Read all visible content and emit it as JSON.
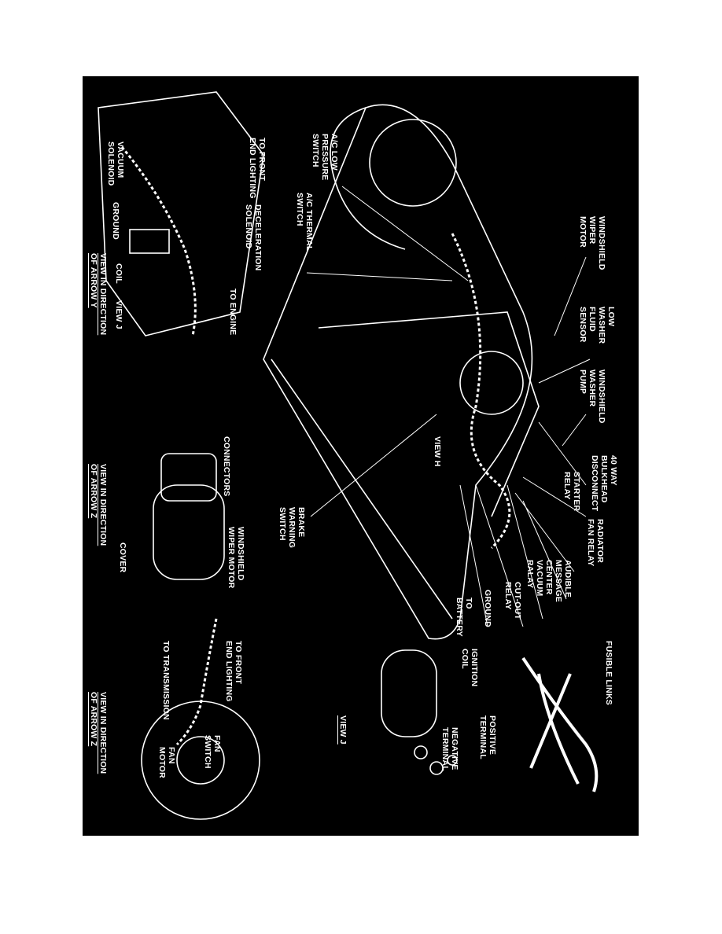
{
  "colors": {
    "background": "#000000",
    "linework": "#ffffff",
    "page": "#ffffff"
  },
  "main_view": {
    "wiper_motor": "WINDSHIELD\nWIPER\nMOTOR",
    "low_washer": "LOW\nWASHER\nFLUID\nSENSOR",
    "washer_pump": "WINDSHIELD\nWASHER\nPUMP",
    "bulkhead": "40 WAY\nBULKHEAD\nDISCONNECT",
    "starter_relay": "STARTER\nRELAY",
    "radiator_fan_relay": "RADIATOR\nFAN RELAY",
    "audible_message": "AUDIBLE\nMESSAGE\nCENTER\nVACUUM\nRALAY",
    "cutout_relay": "CUT-OUT\nRELAY",
    "ground": "GROUND",
    "to_battery": "TO\nBATTERY",
    "brake_warning": "BRAKE\nWARNING\nSWITCH",
    "view_h": "VIEW H",
    "ac_low_pressure": "A/C LOW\nPRESSURE\nSWITCH",
    "ac_thermal": "A/C THERMAL\nSWITCH"
  },
  "view_y": {
    "to_front_end_lighting": "TO FRONT\nEND LIGHTING",
    "vacuum_solenoid": "VACUUM\nSOLENOID",
    "ground": "GROUND",
    "deceleration_solenoid": "DECELERATION\nSOLENOID",
    "coil": "COIL",
    "view_j": "VIEW J",
    "to_engine": "TO ENGINE",
    "caption": "VIEW IN DIRECTION\nOF ARROW Y"
  },
  "view_z_wiper": {
    "connectors": "CONNECTORS",
    "wiper_motor": "WINDSHIELD\nWIPER MOTOR",
    "cover": "COVER",
    "caption": "VIEW IN DIRECTION\nOF ARROW Z"
  },
  "fusible": {
    "label": "FUSIBLE LINKS"
  },
  "view_j": {
    "ignition_coil": "IGNITION\nCOIL",
    "positive_terminal": "POSITIVE\nTERMINAL",
    "negative_terminal": "NEGATIVE\nTERMINAL",
    "caption": "VIEW J"
  },
  "view_z_fan": {
    "to_front_end_lighting": "TO FRONT\nEND LIGHTING",
    "to_transmission": "TO TRANSMISSION",
    "fan_switch": "FAN\nSWITCH",
    "fan_motor": "FAN\nMOTOR",
    "caption": "VIEW IN DIRECTION\nOF ARROW Z"
  }
}
